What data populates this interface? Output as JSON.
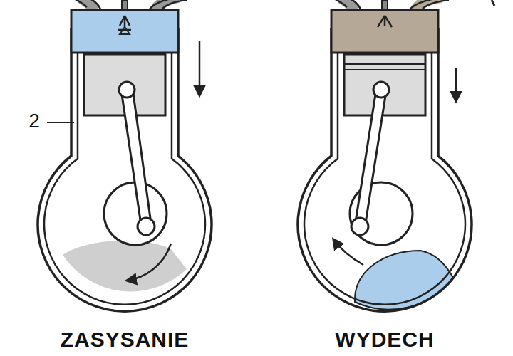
{
  "diagram": {
    "labels": [
      "2",
      "ZASYSANIE",
      "WYDECH"
    ]
  }
}
